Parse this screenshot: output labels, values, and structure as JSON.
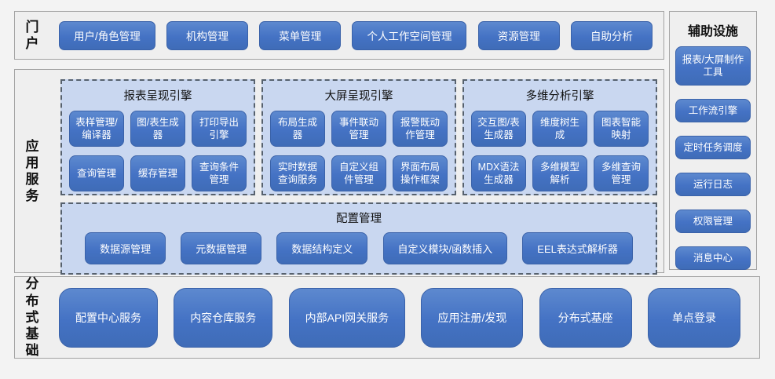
{
  "colors": {
    "accent_blue": "#4472c4",
    "group_fill_blue": "#c9d7f0",
    "panel_fill": "#efefef",
    "panel_border": "#a3a3a3",
    "dashed_border": "#56616e"
  },
  "portal": {
    "label": "门户",
    "items": [
      "用户/角色管理",
      "机构管理",
      "菜单管理",
      "个人工作空间管理",
      "资源管理",
      "自助分析"
    ]
  },
  "app_services": {
    "label": "应用服务",
    "engines": [
      {
        "title": "报表呈现引擎",
        "buttons": [
          "表样管理/编译器",
          "图/表生成器",
          "打印导出引擎",
          "查询管理",
          "缓存管理",
          "查询条件管理"
        ]
      },
      {
        "title": "大屏呈现引擎",
        "buttons": [
          "布局生成器",
          "事件联动管理",
          "报警既动作管理",
          "实时数据查询服务",
          "自定义组件管理",
          "界面布局操作框架"
        ]
      },
      {
        "title": "多维分析引擎",
        "buttons": [
          "交互图/表生成器",
          "维度树生成",
          "图表智能映射",
          "MDX语法生成器",
          "多维模型解析",
          "多维查询管理"
        ]
      }
    ],
    "config": {
      "title": "配置管理",
      "buttons": [
        "数据源管理",
        "元数据管理",
        "数据结构定义",
        "自定义模块/函数插入",
        "EEL表达式解析器"
      ]
    }
  },
  "aux": {
    "title": "辅助设施",
    "items": [
      "报表/大屏制作工具",
      "工作流引擎",
      "定时任务调度",
      "运行日志",
      "权限管理",
      "消息中心"
    ]
  },
  "infra": {
    "label": "分布式基础",
    "items": [
      "配置中心服务",
      "内容仓库服务",
      "内部API网关服务",
      "应用注册/发现",
      "分布式基座",
      "单点登录"
    ]
  }
}
